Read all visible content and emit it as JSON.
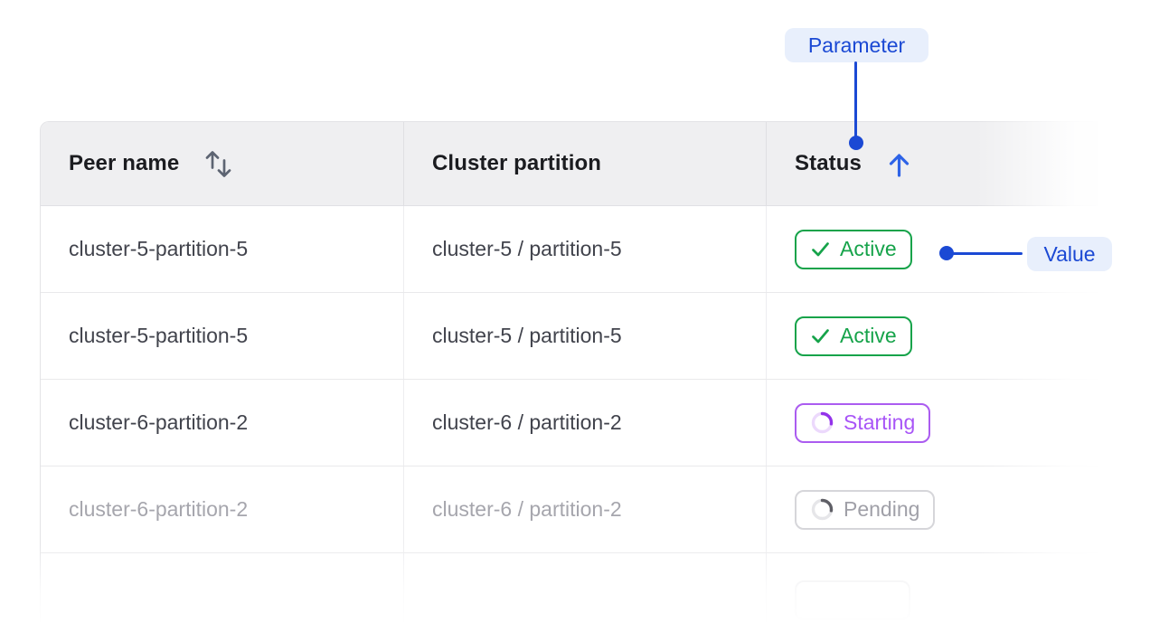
{
  "annotations": {
    "parameter_label": "Parameter",
    "value_label": "Value",
    "accent_color": "#1b49d4",
    "pill_bg_color": "#e8effc"
  },
  "table": {
    "columns": [
      {
        "label": "Peer name",
        "sort_state": "sortable",
        "sort_icon": "arrows-up-down-icon"
      },
      {
        "label": "Cluster partition",
        "sort_state": "none",
        "sort_icon": ""
      },
      {
        "label": "Status",
        "sort_state": "ascending",
        "sort_icon": "arrow-up-icon"
      }
    ],
    "rows": [
      {
        "peer_name": "cluster-5-partition-5",
        "cluster_partition": "cluster-5 / partition-5",
        "status": "Active",
        "status_kind": "active",
        "status_icon": "check-icon",
        "faded": false
      },
      {
        "peer_name": "cluster-5-partition-5",
        "cluster_partition": "cluster-5 / partition-5",
        "status": "Active",
        "status_kind": "active",
        "status_icon": "check-icon",
        "faded": false
      },
      {
        "peer_name": "cluster-6-partition-2",
        "cluster_partition": "cluster-6 / partition-2",
        "status": "Starting",
        "status_kind": "starting",
        "status_icon": "spinner-icon",
        "faded": false
      },
      {
        "peer_name": "cluster-6-partition-2",
        "cluster_partition": "cluster-6 / partition-2",
        "status": "Pending",
        "status_kind": "pending",
        "status_icon": "spinner-icon",
        "faded": true
      }
    ],
    "partial_row": {
      "status_badge": "empty-cut-off"
    },
    "status_colors": {
      "active": "#16a34a",
      "starting": "#a855f7",
      "pending": "#a0a0a8"
    }
  }
}
